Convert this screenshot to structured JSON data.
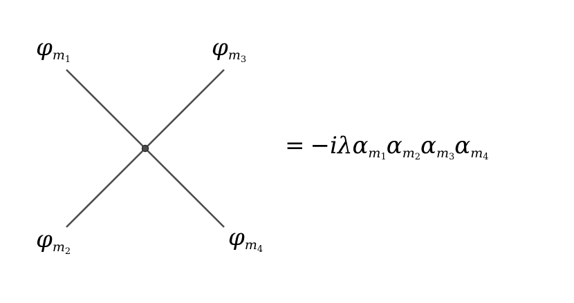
{
  "diagram": {
    "fields": [
      {
        "symbol": "φ",
        "index": "m",
        "sub": "1"
      },
      {
        "symbol": "φ",
        "index": "m",
        "sub": "3"
      },
      {
        "symbol": "φ",
        "index": "m",
        "sub": "2"
      },
      {
        "symbol": "φ",
        "index": "m",
        "sub": "4"
      }
    ],
    "equation": {
      "equals": "=",
      "minus": "−",
      "i": "i",
      "lambda": "λ",
      "factors": [
        {
          "symbol": "α",
          "index": "m",
          "sub": "1"
        },
        {
          "symbol": "α",
          "index": "m",
          "sub": "2"
        },
        {
          "symbol": "α",
          "index": "m",
          "sub": "3"
        },
        {
          "symbol": "α",
          "index": "m",
          "sub": "4"
        }
      ]
    },
    "colors": {
      "line": "#4d4d4d",
      "text": "#000000"
    }
  }
}
